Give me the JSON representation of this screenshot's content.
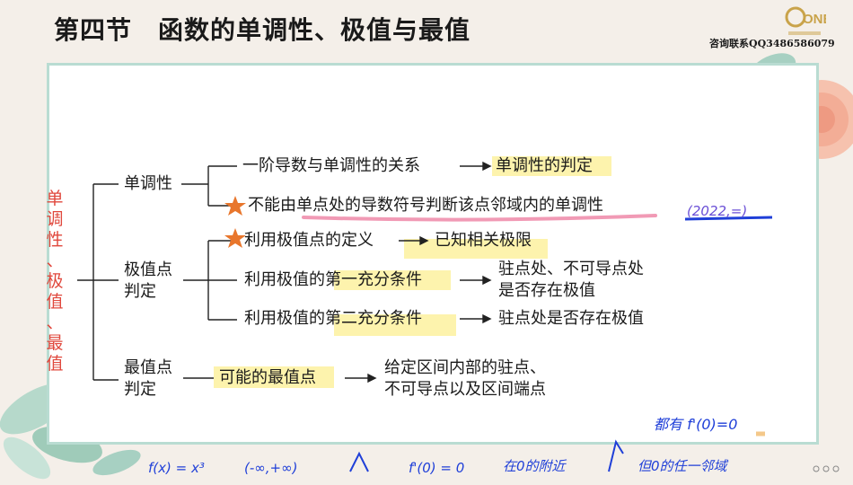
{
  "header": {
    "title": "第四节　函数的单调性、极值与最值",
    "contact": "咨询联系QQ3486586079",
    "logo_text": "ONE"
  },
  "diagram": {
    "root_chars": [
      "单",
      "调",
      "性",
      "、",
      "极",
      "值",
      "、",
      "最",
      "值"
    ],
    "branch_monotonic": "单调性",
    "branch_extreme": [
      "极值点",
      "判定"
    ],
    "branch_max": [
      "最值点",
      "判定"
    ],
    "item1": "一阶导数与单调性的关系",
    "item1_result": "单调性的判定",
    "item2": "不能由单点处的导数符号判断该点邻域内的单调性",
    "item3": "利用极值点的定义",
    "item3_result": "已知相关极限",
    "item4": "利用极值的第一充分条件",
    "item4_result": [
      "驻点处、不可导点处",
      "是否存在极值"
    ],
    "item5": "利用极值的第二充分条件",
    "item5_result": "驻点处是否存在极值",
    "item6": "可能的最值点",
    "item6_result": [
      "给定区间内部的驻点、",
      "不可导点以及区间端点"
    ]
  },
  "handwriting": {
    "year_note": "(2022,=)",
    "all_have": "都有 f'(0)=0",
    "f_def": "f(x) = x³",
    "interval": "(-∞,+∞)",
    "f_prime": "f'(0) = 0",
    "near_zero": "在0的附近",
    "but_note": "但0的任一邻域"
  },
  "colors": {
    "root": "#e0483d",
    "highlight_yellow": "#fbe96a",
    "highlight_pink": "#f19ab5",
    "ink_blue": "#1f3fd8",
    "star": "#e8762c",
    "frame": "#b9dcd2"
  }
}
